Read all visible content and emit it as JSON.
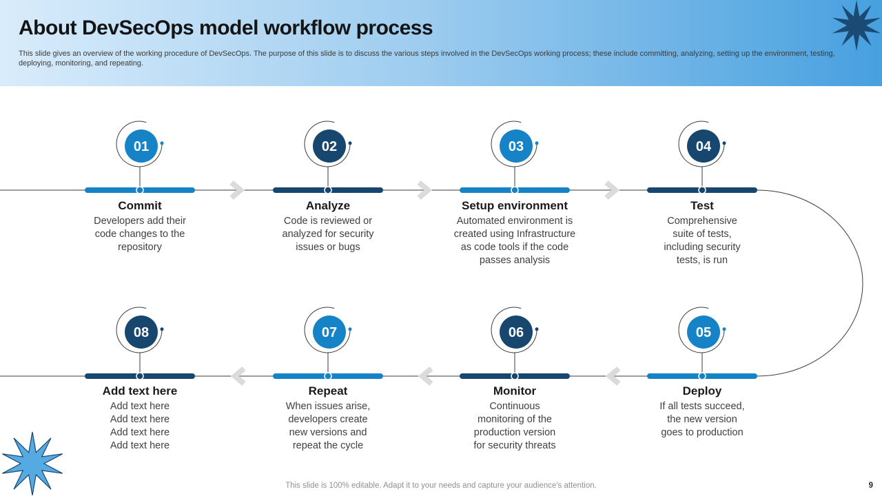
{
  "slide": {
    "title": "About DevSecOps model workflow process",
    "subtitle": "This slide gives an overview of the working procedure of DevSecOps. The purpose of this slide is to discuss the various steps involved in the DevSecOps working process; these include committing, analyzing, setting up the environment, testing, deploying, monitoring, and repeating.",
    "footer_note": "This slide is 100% editable. Adapt it to your needs and capture your audience's attention.",
    "page_number": "9"
  },
  "colors": {
    "accent_light": "#1583c5",
    "accent_dark": "#17466f",
    "line": "#3a3a3a",
    "chevron": "#dbdbdb",
    "star_dark": "#1b4a74",
    "star_light": "#55aae2",
    "star_light_stroke": "#17466f",
    "number_text": "#ffffff"
  },
  "steps": [
    {
      "number": "01",
      "title": "Commit",
      "description": "Developers add their\ncode changes to the\nrepository",
      "color": "#1583c5"
    },
    {
      "number": "02",
      "title": "Analyze",
      "description": "Code is reviewed or\nanalyzed for security\nissues or bugs",
      "color": "#17466f"
    },
    {
      "number": "03",
      "title": "Setup environment",
      "description": "Automated environment is\ncreated using Infrastructure\nas code tools if the code\npasses analysis",
      "color": "#1583c5"
    },
    {
      "number": "04",
      "title": "Test",
      "description": "Comprehensive\nsuite of tests,\nincluding security\ntests, is run",
      "color": "#17466f"
    },
    {
      "number": "05",
      "title": "Deploy",
      "description": "If all tests succeed,\nthe new version\ngoes to production",
      "color": "#1583c5"
    },
    {
      "number": "06",
      "title": "Monitor",
      "description": "Continuous\nmonitoring of the\nproduction version\nfor security threats",
      "color": "#17466f"
    },
    {
      "number": "07",
      "title": "Repeat",
      "description": "When issues arise,\ndevelopers create\nnew versions and\nrepeat the cycle",
      "color": "#1583c5"
    },
    {
      "number": "08",
      "title": "Add text here",
      "description": "Add text here\nAdd text here\nAdd text here\nAdd text here",
      "color": "#17466f"
    }
  ]
}
